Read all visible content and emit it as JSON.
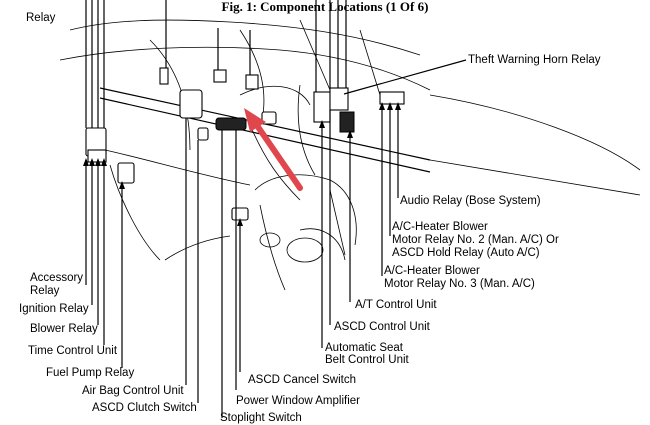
{
  "figure": {
    "title": "Fig. 1: Component Locations (1 Of 6)"
  },
  "labels": {
    "relay_top": "Relay",
    "theft_warning_horn_relay": "Theft Warning Horn Relay",
    "audio_relay": "Audio Relay (Bose System)",
    "blower_no2_l1": "A/C-Heater Blower",
    "blower_no2_l2": "Motor Relay No. 2 (Man. A/C) Or",
    "blower_no2_l3": "ASCD Hold Relay (Auto A/C)",
    "blower_no3_l1": "A/C-Heater Blower",
    "blower_no3_l2": "Motor Relay No. 3 (Man. A/C)",
    "at_control_unit": "A/T Control Unit",
    "ascd_control_unit": "ASCD Control Unit",
    "seat_belt_l1": "Automatic Seat",
    "seat_belt_l2": "Belt Control Unit",
    "ascd_cancel_switch": "ASCD Cancel Switch",
    "power_window_amplifier": "Power Window Amplifier",
    "stoplight_switch": "Stoplight Switch",
    "accessory_l1": "Accessory",
    "accessory_l2": "Relay",
    "ignition_relay": "Ignition Relay",
    "blower_relay": "Blower Relay",
    "time_control_unit": "Time Control Unit",
    "fuel_pump_relay": "Fuel Pump Relay",
    "air_bag_control_unit": "Air Bag Control Unit",
    "ascd_clutch_switch": "ASCD Clutch Switch"
  },
  "colors": {
    "arrow": "#e0474c",
    "line": "#000000"
  }
}
